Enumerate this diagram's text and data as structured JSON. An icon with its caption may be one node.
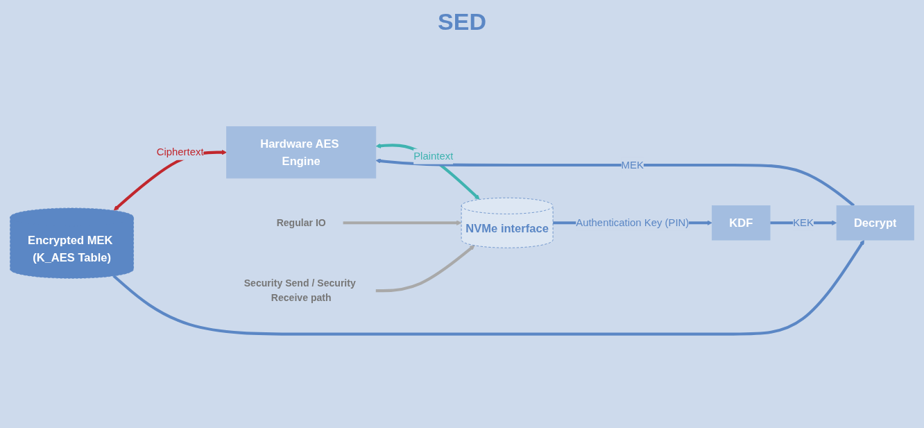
{
  "diagram": {
    "title": "SED",
    "nodes": [
      {
        "text": [
          "Encrypted MEK (K_AES Table)"
        ]
      },
      {
        "text": [
          "Hardware AES Engine"
        ]
      },
      {
        "text": [
          "Decrypt"
        ]
      },
      {
        "text": [
          "KDF"
        ]
      },
      {
        "text": [
          "NVMe interface"
        ]
      },
      {
        "text": [
          "Regular IO"
        ]
      },
      {
        "text": [
          "Security Send / Security Receive path"
        ]
      }
    ],
    "edges": [
      {
        "from": 0,
        "to": 1,
        "arrow": "both",
        "label": "Ciphertext",
        "color": "#c1272d"
      },
      {
        "from": 1,
        "to": 4,
        "arrow": "both",
        "label": "Plaintext",
        "color": "#3fb3b0"
      },
      {
        "from": 5,
        "to": 4,
        "arrow": "to",
        "color": "#a9a9a9"
      },
      {
        "from": 6,
        "to": 4,
        "arrow": "to",
        "color": "#a9a9a9"
      },
      {
        "from": 4,
        "to": 3,
        "arrow": "to",
        "label": "Authentication Key (PIN)"
      },
      {
        "from": 3,
        "to": 2,
        "arrow": "to",
        "label": "KEK"
      },
      {
        "from": 2,
        "to": 1,
        "arrow": "to",
        "label": "MEK"
      },
      {
        "from": 0,
        "to": 2,
        "arrow": "to"
      }
    ]
  }
}
